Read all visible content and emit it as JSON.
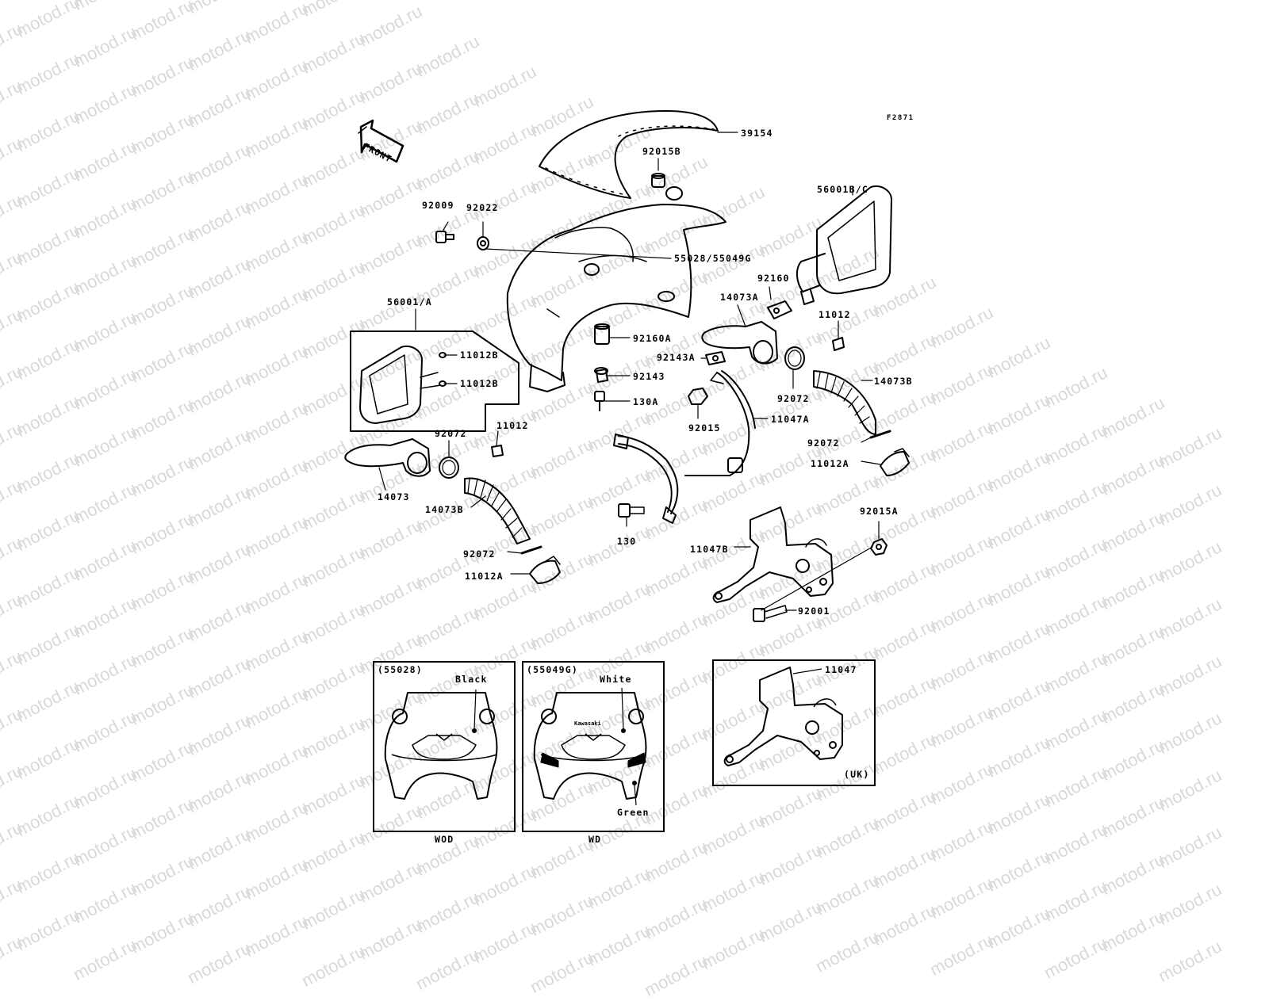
{
  "figure_id": "F2871",
  "front_label": "FRONT",
  "watermark": "motod.ru",
  "part_labels": {
    "p39154": "39154",
    "p92015B": "92015B",
    "p56001BC": "56001B/C",
    "p92009": "92009",
    "p92022": "92022",
    "p55028": "55028/55049G",
    "p92160": "92160",
    "p14073A": "14073A",
    "p11012a": "11012",
    "p56001A": "56001/A",
    "p11012B1": "11012B",
    "p11012B2": "11012B",
    "p92160A": "92160A",
    "p92143A": "92143A",
    "p92143": "92143",
    "p130A": "130A",
    "p92015": "92015",
    "p11047A": "11047A",
    "p92072a": "92072",
    "p14073B_r": "14073B",
    "p92072b": "92072",
    "p11012b": "11012",
    "p14073": "14073",
    "p14073B_l": "14073B",
    "p92072c": "92072",
    "p11012A_l": "11012A",
    "p92072d": "92072",
    "p11012A_r": "11012A",
    "p130": "130",
    "p92015A": "92015A",
    "p11047B": "11047B",
    "p92001": "92001"
  },
  "insets": {
    "wod": {
      "code": "(55028)",
      "color_label": "Black",
      "caption": "WOD"
    },
    "wd": {
      "code": "(55049G)",
      "color_label_top": "White",
      "color_label_bottom": "Green",
      "caption": "WD",
      "brand": "Kawasaki"
    },
    "uk": {
      "part": "11047",
      "caption": "(UK)"
    }
  }
}
